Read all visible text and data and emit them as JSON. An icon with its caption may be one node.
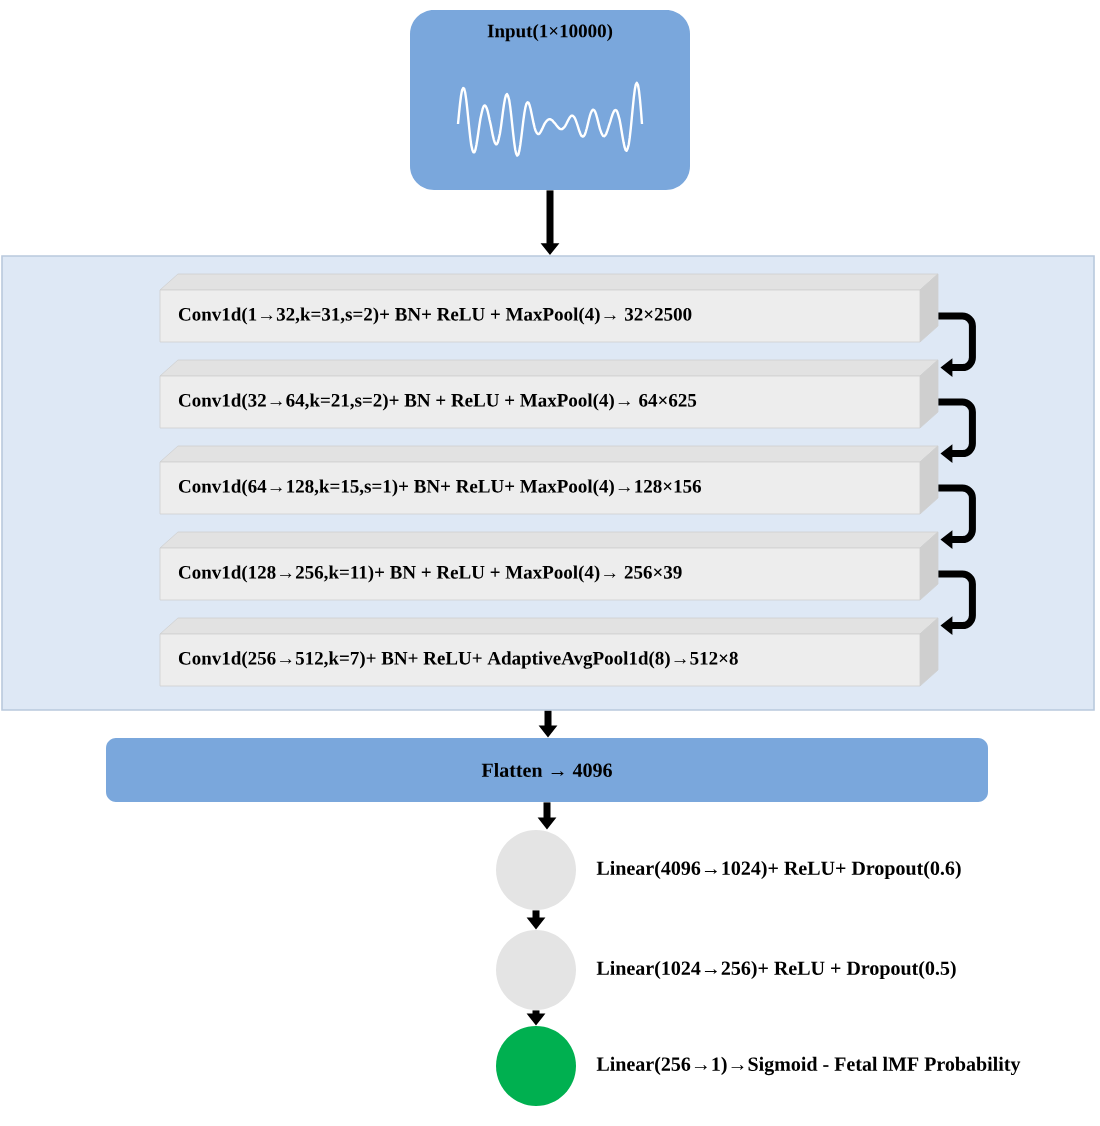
{
  "diagram": {
    "nodes": [
      {
        "text": [
          "Input(1×10000)"
        ]
      },
      {
        "text": [],
        "shape": "box"
      },
      {
        "text": [
          "Conv1d(1→32,k=31,s=2)+ BN+ ReLU + MaxPool(4)→ 32×2500"
        ],
        "in": 1
      },
      {
        "text": [
          "Conv1d(32→64,k=21,s=2)+ BN + ReLU + MaxPool(4)→ 64×625"
        ],
        "in": 1
      },
      {
        "text": [
          "Conv1d(64→128,k=15,s=1)+ BN+ ReLU+ MaxPool(4)→128×156"
        ],
        "in": 1
      },
      {
        "text": [
          "Conv1d(128→256,k=11)+ BN + ReLU + MaxPool(4)→ 256×39"
        ],
        "in": 1
      },
      {
        "text": [
          "Conv1d(256→512,k=7)+ BN+ ReLU+ AdaptiveAvgPool1d(8)→512×8"
        ],
        "in": 1
      },
      {
        "text": [
          "Flatten → 4096"
        ]
      },
      {
        "text": [],
        "shape": "circle",
        "beside": [
          "Linear(4096→1024)+ ReLU+ Dropout(0.6)"
        ]
      },
      {
        "text": [],
        "shape": "circle",
        "beside": [
          "Linear(1024→256)+ ReLU + Dropout(0.5)"
        ]
      },
      {
        "text": [],
        "shape": "circle",
        "beside": [
          "Linear(256→1)→Sigmoid - Fetal lMF Probability"
        ]
      }
    ],
    "edges": [
      {
        "from": 0,
        "to": 1,
        "arrow": "to"
      },
      {
        "from": 2,
        "to": 3,
        "arrow": "to"
      },
      {
        "from": 3,
        "to": 4,
        "arrow": "to"
      },
      {
        "from": 4,
        "to": 5,
        "arrow": "to"
      },
      {
        "from": 5,
        "to": 6,
        "arrow": "to"
      },
      {
        "from": 1,
        "to": 7,
        "arrow": "to"
      },
      {
        "from": 7,
        "to": 8,
        "arrow": "to"
      },
      {
        "from": 8,
        "to": 9,
        "arrow": "to"
      },
      {
        "from": 9,
        "to": 10,
        "arrow": "to"
      }
    ]
  }
}
